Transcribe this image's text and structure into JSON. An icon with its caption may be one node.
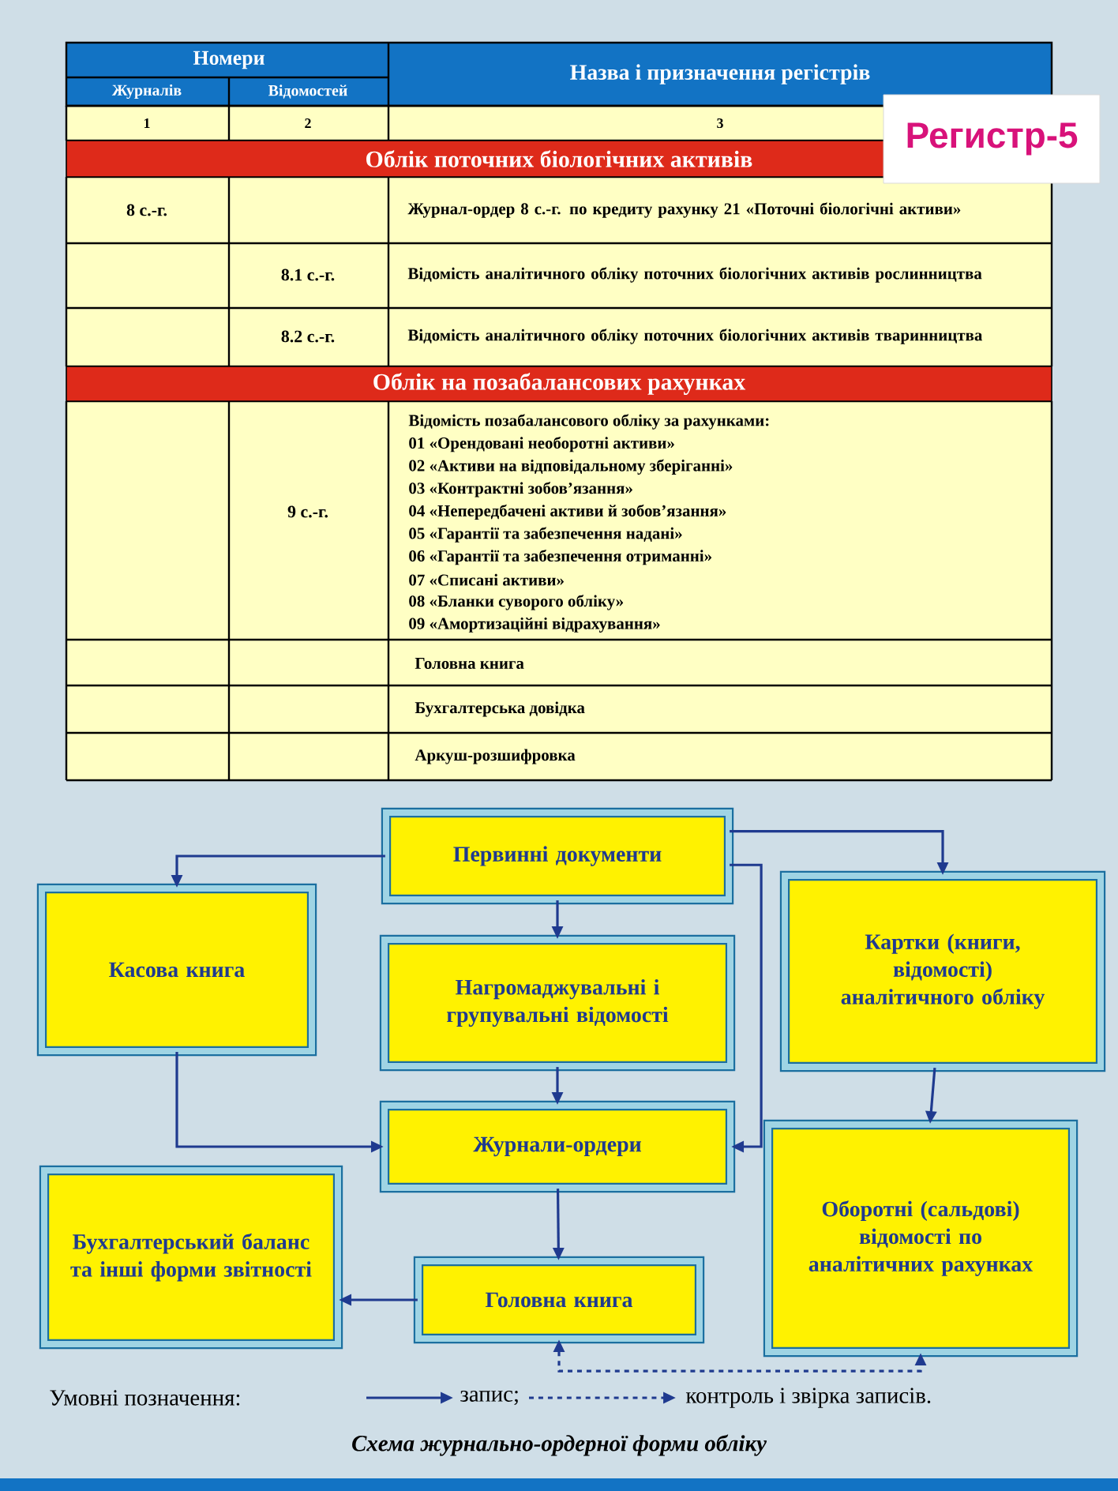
{
  "diagram": {
    "caption": "Схема журнально-ордерної форми обліку",
    "nodes": [
      {
        "text": [
          "Первинні документи"
        ]
      },
      {
        "text": [
          "Касова книга"
        ]
      },
      {
        "text": [
          "Нагромаджувальні і групувальні відомості"
        ]
      },
      {
        "text": [
          "Картки (книги, відомості) аналітичного обліку"
        ]
      },
      {
        "text": [
          "Журнали-ордери"
        ]
      },
      {
        "text": [
          "Бухгалтерський баланс та інші форми звітності"
        ]
      },
      {
        "text": [
          "Головна книга"
        ]
      },
      {
        "text": [
          "Оборотні (сальдові) відомості по аналітичних рахунках"
        ]
      }
    ],
    "edges": [
      {
        "from": 0,
        "to": 1,
        "arrow": "to"
      },
      {
        "from": 0,
        "to": 2,
        "arrow": "to"
      },
      {
        "from": 0,
        "to": 3,
        "arrow": "to"
      },
      {
        "from": 0,
        "to": 4,
        "arrow": "to"
      },
      {
        "from": 1,
        "to": 4,
        "arrow": "to"
      },
      {
        "from": 2,
        "to": 4,
        "arrow": "to"
      },
      {
        "from": 3,
        "to": 7,
        "arrow": "to"
      },
      {
        "from": 4,
        "to": 6,
        "arrow": "to"
      },
      {
        "from": 6,
        "to": 5,
        "arrow": "to"
      },
      {
        "from": 6,
        "to": 7,
        "arrow": "both",
        "style": "dashed"
      }
    ],
    "labels": [
      "Номери",
      "Назва і призначення регістрів",
      "Журналів",
      "Відомостей",
      "1",
      "2",
      "3",
      "Регистр-5",
      "Облік поточних біологічних активів",
      "8 с.-г.",
      "Журнал-ордер 8 с.-г. по кредиту рахунку 21 «Поточні біологічні активи»",
      "8.1 с.-г.",
      "Відомість аналітичного обліку поточних біологічних активів рослинництва",
      "8.2 с.-г.",
      "Відомість аналітичного обліку поточних біологічних активів тваринництва",
      "Облік на позабалансових рахунках",
      "9 с.-г.",
      "Відомість позабалансового обліку за рахунками:",
      "01 «Орендовані необоротні активи»",
      "02 «Активи на відповідальному зберіганні»",
      "03 «Контрактні зобов’язання»",
      "04 «Непередбачені активи й зобов’язання»",
      "05 «Гарантії та забезпечення надані»",
      "06 «Гарантії та забезпечення отриманні»",
      "07 «Списані активи»",
      "08 «Бланки суворого обліку»",
      "09 «Амортизаційні відрахування»",
      "Головна книга",
      "Бухгалтерська довідка",
      "Аркуш-розшифровка",
      "Умовні позначення:"
    ],
    "legend": [
      {
        "text": "запис;"
      },
      {
        "text": "контроль і звірка записів."
      }
    ]
  }
}
